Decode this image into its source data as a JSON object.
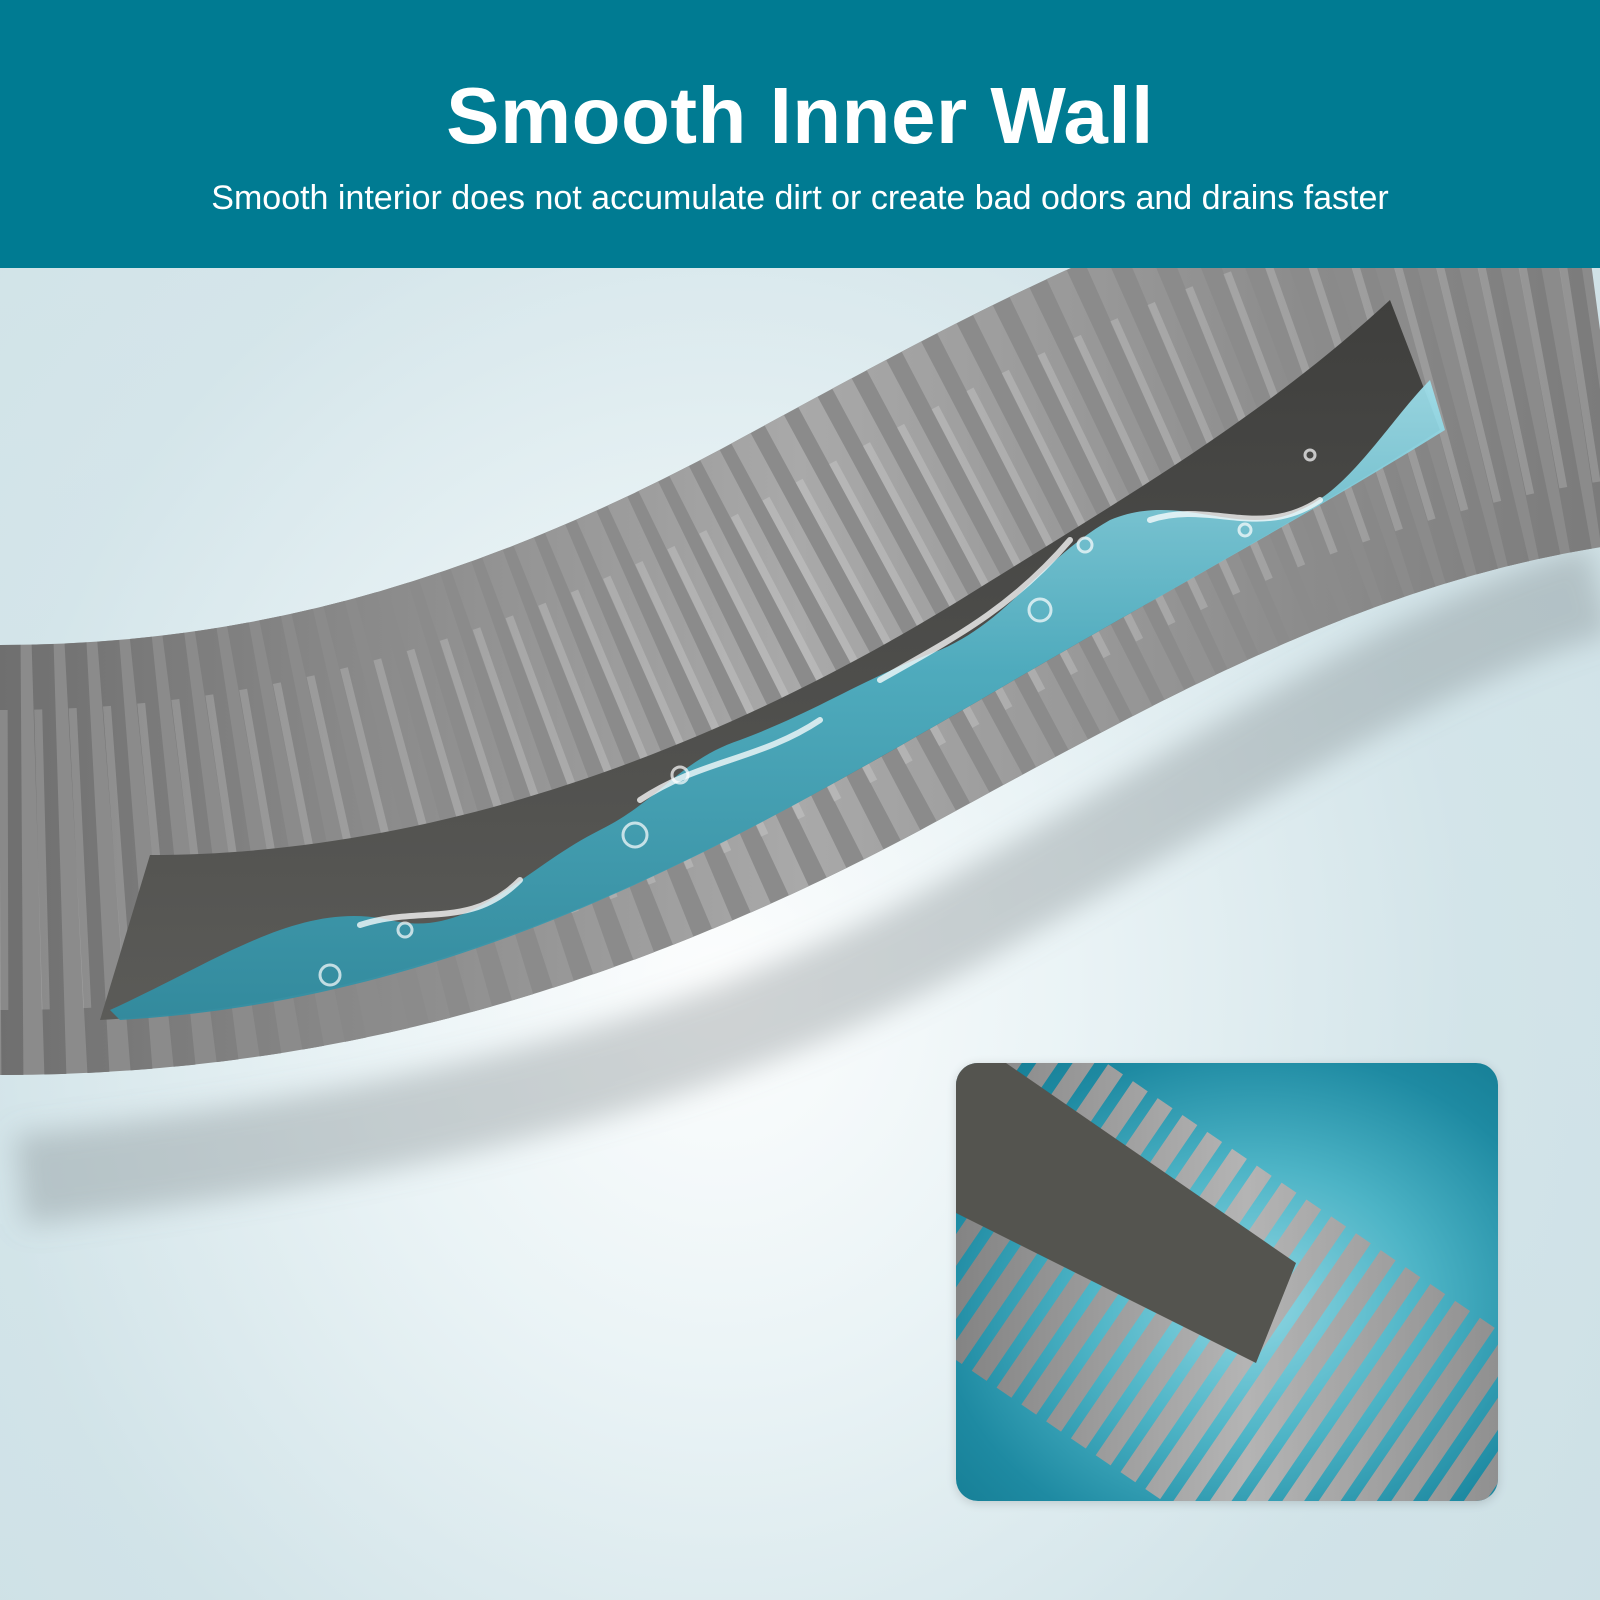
{
  "header": {
    "title": "Smooth Inner Wall",
    "subtitle": "Smooth interior does not accumulate dirt or create bad odors and drains faster"
  },
  "colors": {
    "banner": "#007b92",
    "hose_gray": "#8f8f8f",
    "hose_interior": "#4a4a48",
    "water": "#4fb3c7",
    "inset_background": "#3fa9bf"
  },
  "images": {
    "main": "corrugated-hose-cutaway-with-water",
    "inset": "corrugated-hose-cutaway-detail"
  }
}
